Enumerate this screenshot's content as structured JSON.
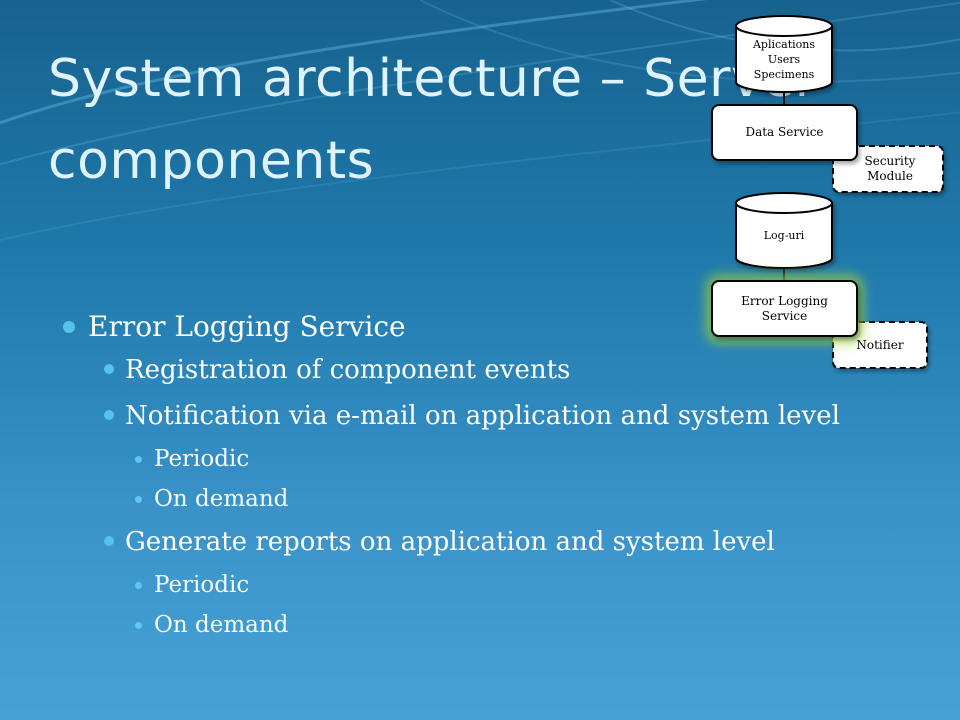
{
  "slide": {
    "title_line1": "System architecture – Server",
    "title_line2": "components",
    "items": [
      {
        "level": 1,
        "text": "Error Logging Service"
      },
      {
        "level": 2,
        "text": "Registration of component events"
      },
      {
        "level": 2,
        "text": "Notification via e-mail on application and system level"
      },
      {
        "level": 3,
        "text": "Periodic"
      },
      {
        "level": 3,
        "text": "On demand"
      },
      {
        "level": 2,
        "text": "Generate reports on application and system level"
      },
      {
        "level": 3,
        "text": "Periodic"
      },
      {
        "level": 3,
        "text": "On demand"
      }
    ]
  },
  "diagram": {
    "database_main": {
      "line1": "Aplications",
      "line2": "Users",
      "line3": "Specimens"
    },
    "data_service": "Data Service",
    "security_module": "Security Module",
    "log_database": "Log-uri",
    "error_logging_service": "Error Logging Service",
    "notifier": "Notifier"
  },
  "colors": {
    "background_top": "#17628f",
    "background_bottom": "#46a2d6",
    "title": "#dff3ff",
    "bullet": "#55c3ec",
    "highlight_glow": "#9bd33a"
  }
}
